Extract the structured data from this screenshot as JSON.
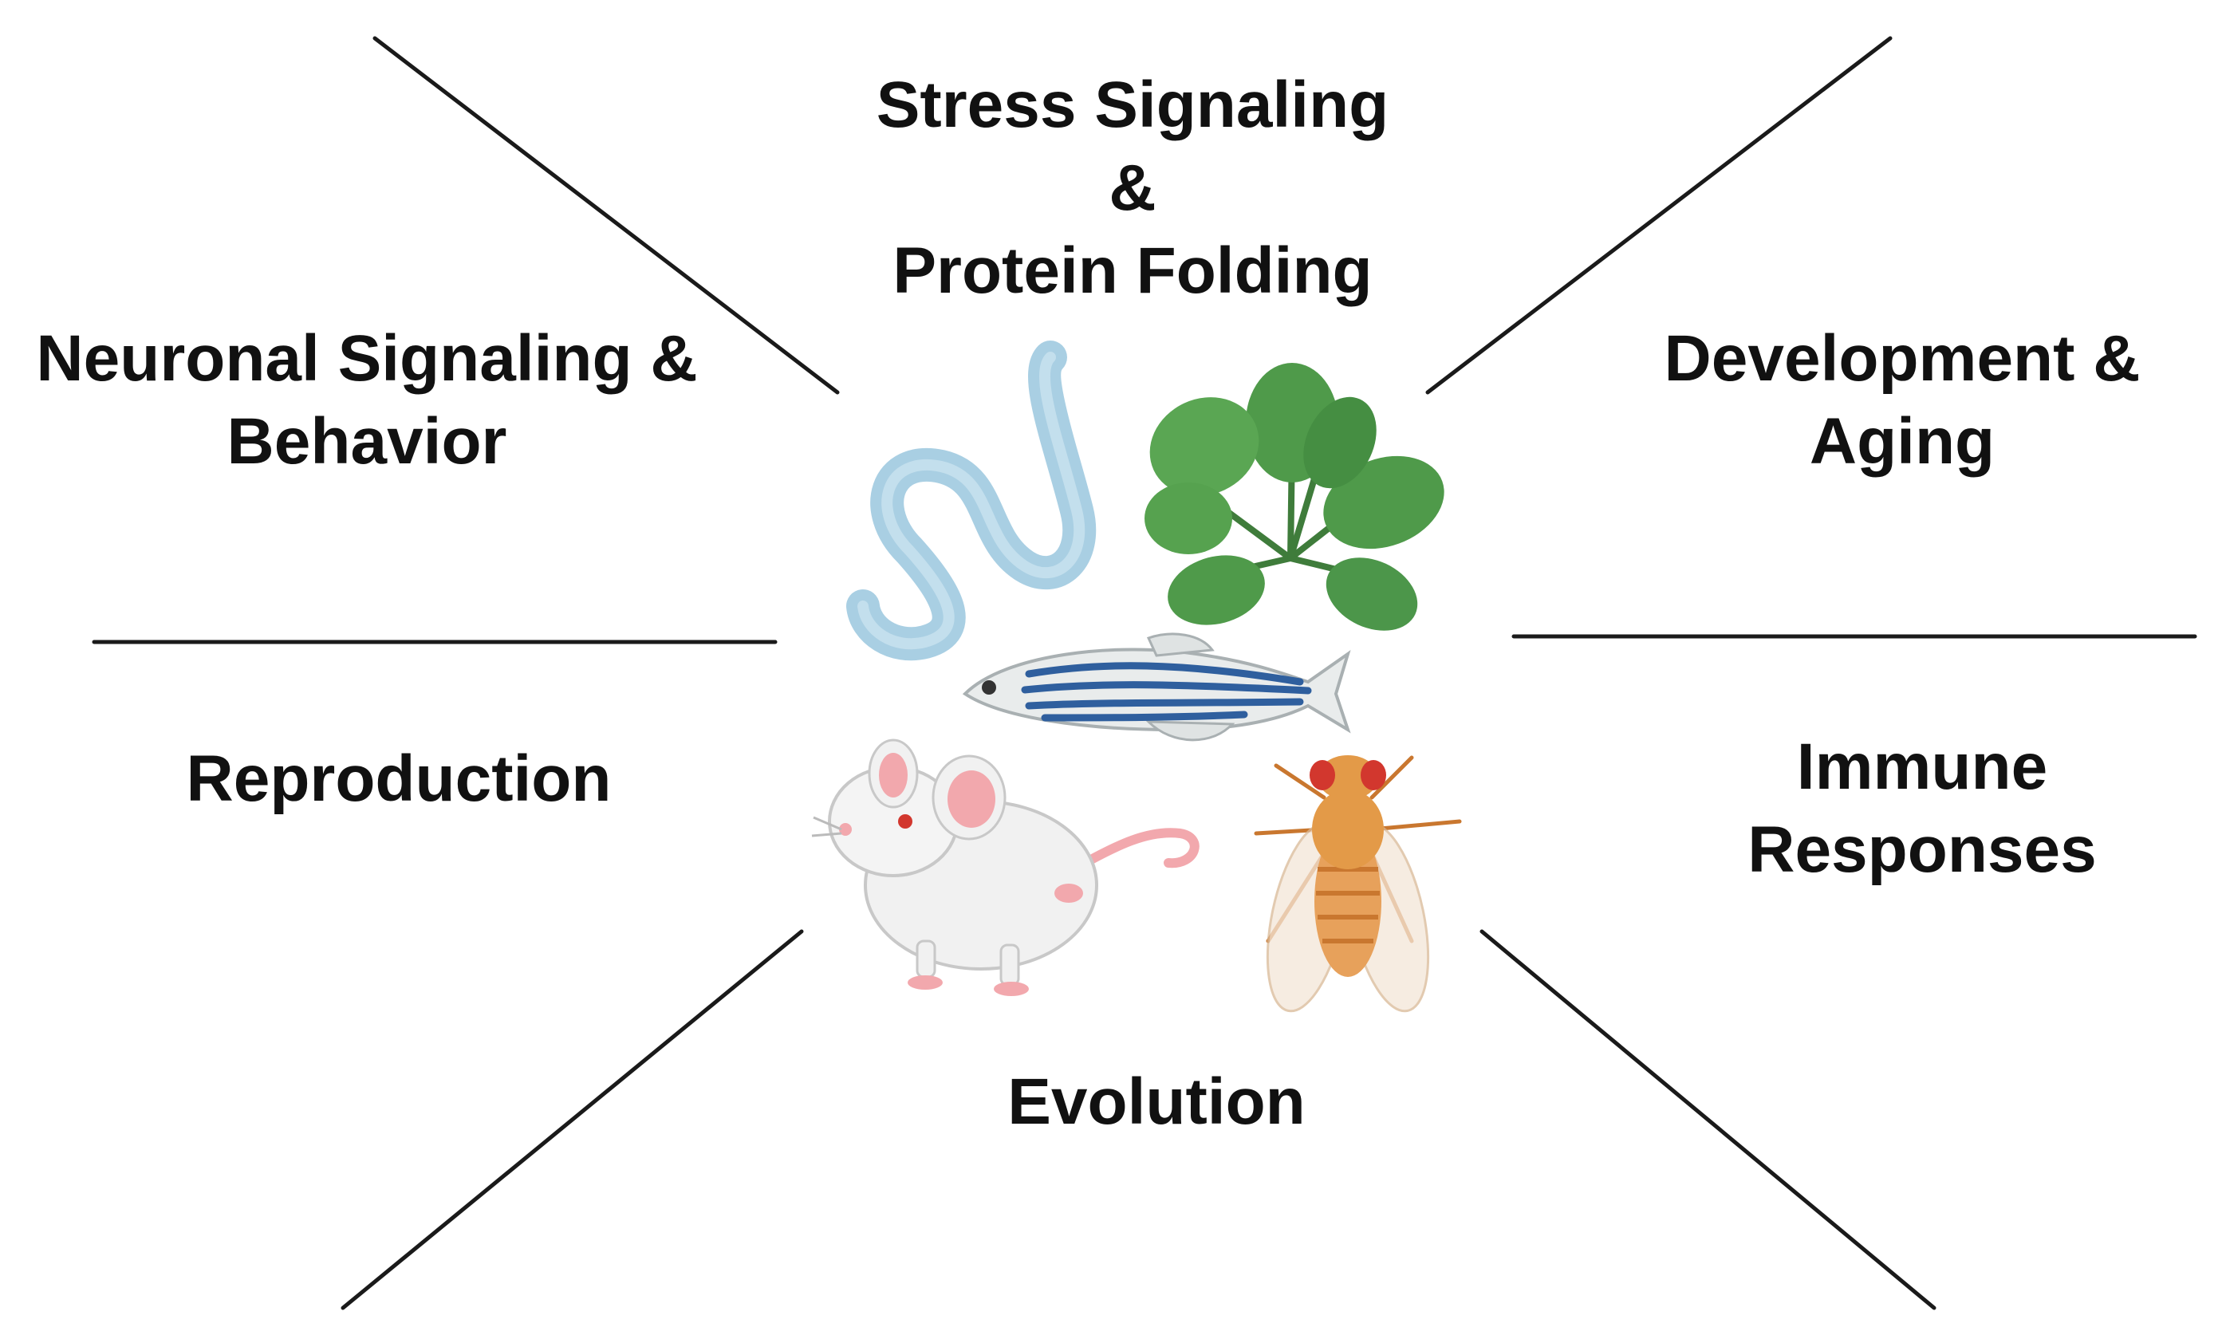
{
  "diagram": {
    "labels": {
      "stress": [
        "Stress Signaling",
        "&",
        "Protein Folding"
      ],
      "neuronal": [
        "Neuronal Signaling &",
        "Behavior"
      ],
      "development": [
        "Development &",
        "Aging"
      ],
      "reproduction": [
        "Reproduction"
      ],
      "immune": [
        "Immune",
        "Responses"
      ],
      "evolution": [
        "Evolution"
      ]
    },
    "organisms": [
      "worm-icon",
      "plant-icon",
      "zebrafish-icon",
      "mouse-icon",
      "fruit-fly-icon"
    ],
    "colors": {
      "text": "#111111",
      "divider": "#1a1a1a",
      "worm": "#a9cfe3",
      "plant": "#4f9a4a",
      "fish_stripe": "#2f5f9e",
      "mouse": "#f1f1f1",
      "mouse_pink": "#f2a8ad",
      "fly_body": "#e39a48",
      "fly_eye": "#d2372e"
    }
  }
}
